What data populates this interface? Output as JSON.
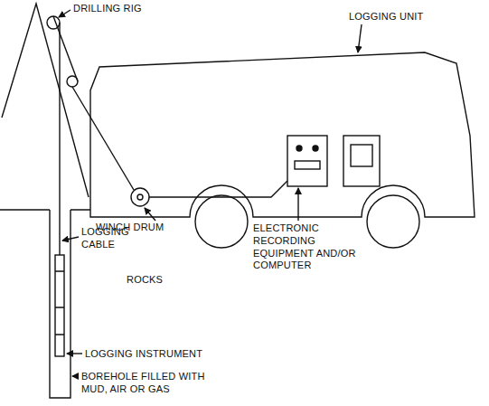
{
  "diagram": {
    "labels": [
      "DRILLING RIG",
      "LOGGING UNIT",
      "LOGGING CABLE",
      "WINCH DRUM",
      "ELECTRONIC RECORDING EQUIPMENT AND/OR COMPUTER",
      "ROCKS",
      "LOGGING INSTRUMENT",
      "BOREHOLE FILLED WITH MUD, AIR OR GAS"
    ]
  }
}
